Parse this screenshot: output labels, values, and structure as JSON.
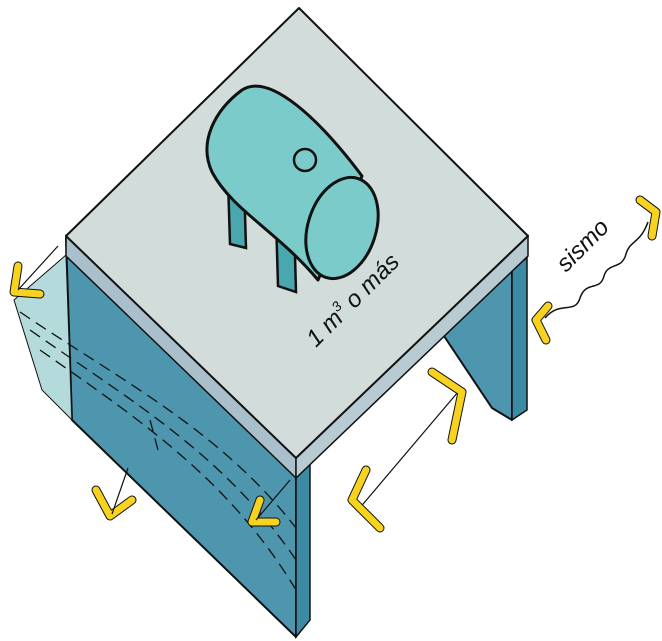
{
  "labels": {
    "capacity_prefix": "1 m",
    "capacity_exponent": "3",
    "capacity_suffix": " o más",
    "seismic": "sismo"
  },
  "colors": {
    "slab_top": "#d1dcdb",
    "slab_edge": "#a9c0cc",
    "wall_front": "#4d96ae",
    "wall_side": "#3d8aa5",
    "wall_shadow": "#8cc6c7",
    "tank": "#7ccbcb",
    "tank_dark": "#4aa7ad",
    "arrow": "#f7d21f",
    "line": "#111111"
  },
  "icons": [
    "tank-icon",
    "seismic-wave-icon",
    "arrow-icon"
  ]
}
